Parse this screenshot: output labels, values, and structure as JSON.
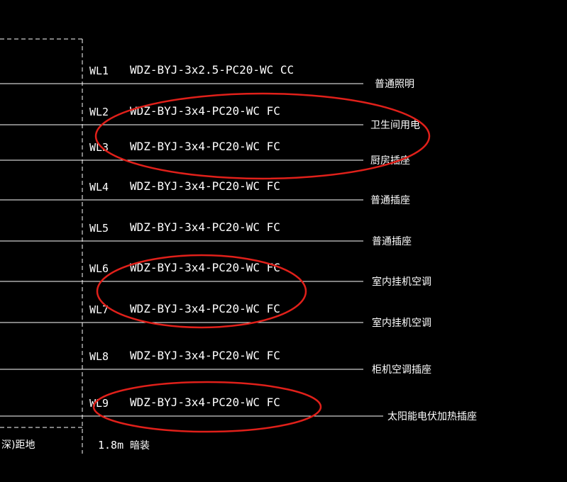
{
  "circuits": [
    {
      "id": "WL1",
      "cable": "WDZ-BYJ-3x2.5-PC20-WC CC",
      "load": "普通照明"
    },
    {
      "id": "WL2",
      "cable": "WDZ-BYJ-3x4-PC20-WC FC",
      "load": "卫生间用电"
    },
    {
      "id": "WL3",
      "cable": "WDZ-BYJ-3x4-PC20-WC FC",
      "load": "厨房插座"
    },
    {
      "id": "WL4",
      "cable": "WDZ-BYJ-3x4-PC20-WC FC",
      "load": "普通插座"
    },
    {
      "id": "WL5",
      "cable": "WDZ-BYJ-3x4-PC20-WC FC",
      "load": "普通插座"
    },
    {
      "id": "WL6",
      "cable": "WDZ-BYJ-3x4-PC20-WC FC",
      "load": "室内挂机空调"
    },
    {
      "id": "WL7",
      "cable": "WDZ-BYJ-3x4-PC20-WC FC",
      "load": "室内挂机空调"
    },
    {
      "id": "WL8",
      "cable": "WDZ-BYJ-3x4-PC20-WC FC",
      "load": "柜机空调插座"
    },
    {
      "id": "WL9",
      "cable": "WDZ-BYJ-3x4-PC20-WC FC",
      "load": "太阳能电伏加热插座"
    }
  ],
  "footer": {
    "left_label": "深)距地",
    "height_value": "1.8m",
    "install_method": "暗装"
  },
  "colors": {
    "background": "#000000",
    "line": "#ffffff",
    "highlight": "#e0201a"
  }
}
